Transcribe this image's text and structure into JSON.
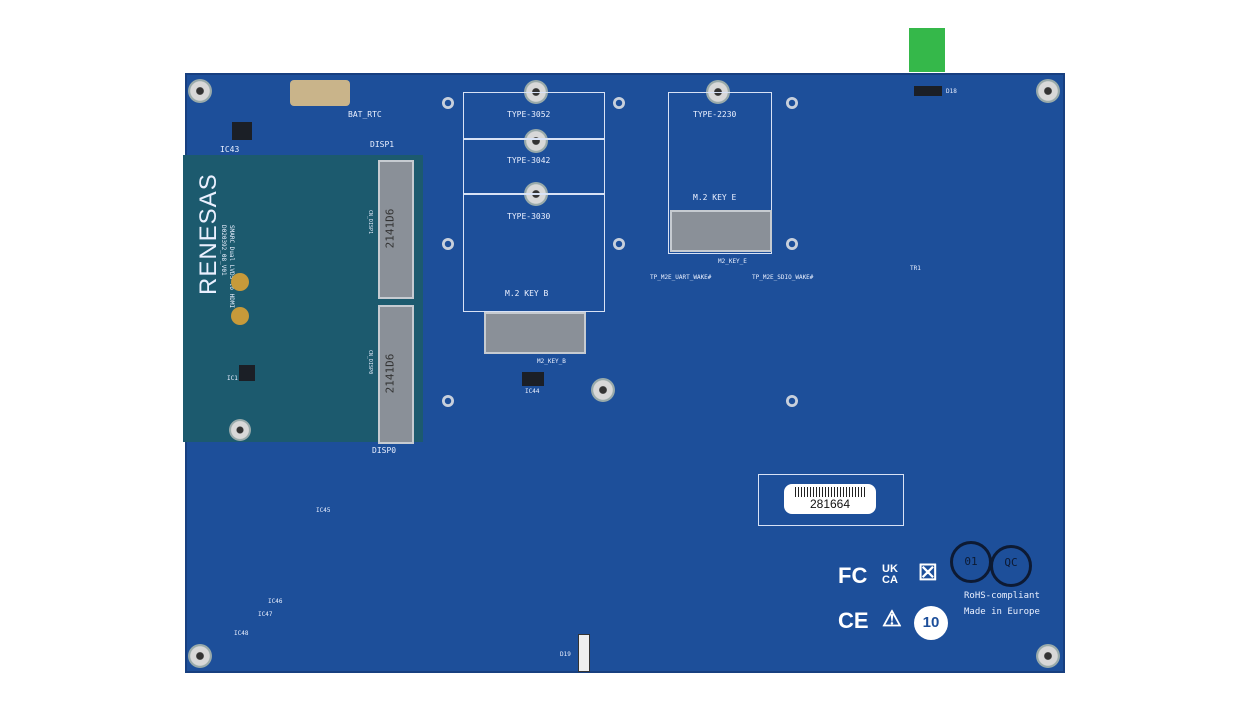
{
  "board": {
    "logo_text": "RENESAS",
    "module_text": "SMARC Dual LVDS to HDMI",
    "module_pn": "D020392_08_V01",
    "serial_label": "281664",
    "silkscreen": {
      "bat": "BAT_RTC",
      "ic43": "IC43",
      "disp1": "DISP1",
      "disp0": "DISP0",
      "cn_disp1": "CN_DISP1",
      "cn_disp0": "CN_DISP0",
      "connector_code_1": "2141D6",
      "connector_code_0": "2141D6",
      "type3052": "TYPE-3052",
      "type3042": "TYPE-3042",
      "type3030": "TYPE-3030",
      "m2keyb": "M.2 KEY B",
      "m2_key_b": "M2_KEY_B",
      "ic44": "IC44",
      "type2230": "TYPE-2230",
      "m2keye": "M.2 KEY E",
      "m2_key_e": "M2_KEY_E",
      "tp_uart": "TP_M2E_UART_WAKE#",
      "tp_sdio": "TP_M2E_SDIO_WAKE#",
      "tr1": "TR1",
      "d18": "D18",
      "ic1": "IC1",
      "ic45": "IC45",
      "ic46": "IC46",
      "ic47": "IC47",
      "ic48": "IC48",
      "d19": "D19",
      "rohs": "RoHS-compliant",
      "made_in": "Made in Europe"
    },
    "certs": {
      "fcc": "FC",
      "ukca": "UK CA",
      "ce": "CE",
      "epup": "10",
      "stamp1": "01",
      "stamp2": "QC"
    }
  }
}
